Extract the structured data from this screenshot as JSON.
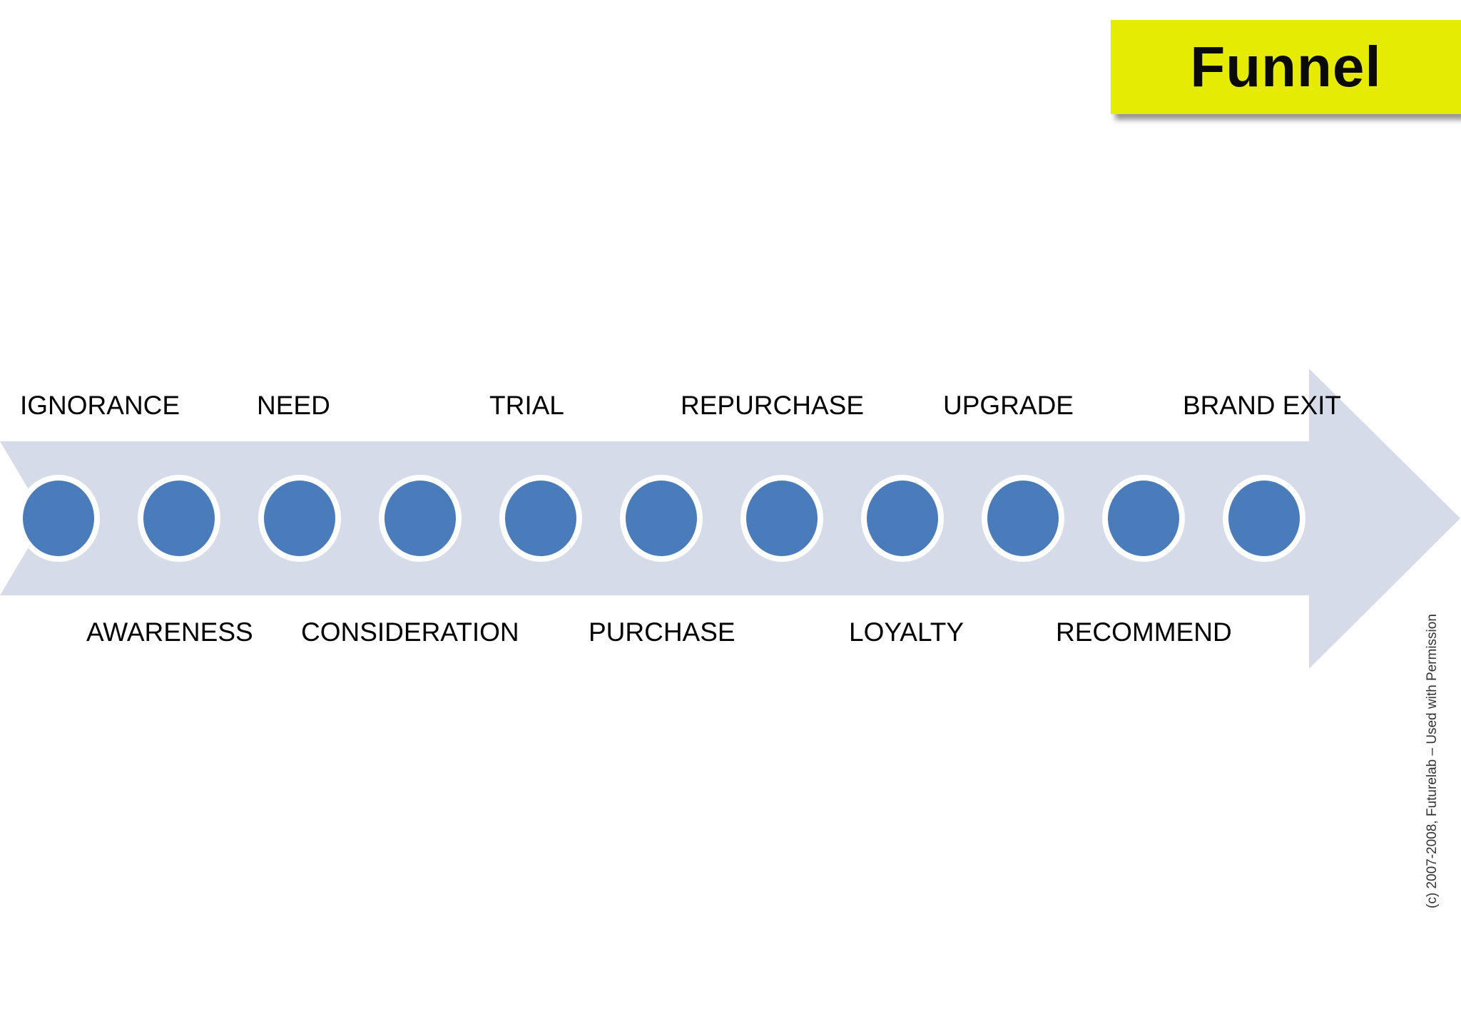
{
  "title": {
    "label": "Funnel"
  },
  "funnel": {
    "stages": [
      {
        "label": "IGNORANCE",
        "position": "top"
      },
      {
        "label": "AWARENESS",
        "position": "bottom"
      },
      {
        "label": "NEED",
        "position": "top"
      },
      {
        "label": "CONSIDERATION",
        "position": "bottom"
      },
      {
        "label": "TRIAL",
        "position": "top"
      },
      {
        "label": "PURCHASE",
        "position": "bottom"
      },
      {
        "label": "REPURCHASE",
        "position": "top"
      },
      {
        "label": "LOYALTY",
        "position": "bottom"
      },
      {
        "label": "UPGRADE",
        "position": "top"
      },
      {
        "label": "RECOMMEND",
        "position": "bottom"
      },
      {
        "label": "BRAND EXIT",
        "position": "top"
      }
    ],
    "dot_count": 11
  },
  "footer": {
    "copyright": "(c) 2007-2008, Futurelab – Used with Permission"
  },
  "colors": {
    "accent_yellow": "#e6eb04",
    "arrow_fill": "#d6dbe9",
    "dot_fill": "#4a7bba",
    "dot_ring": "#ffffff",
    "text": "#000000",
    "copyright_text": "#333333"
  }
}
